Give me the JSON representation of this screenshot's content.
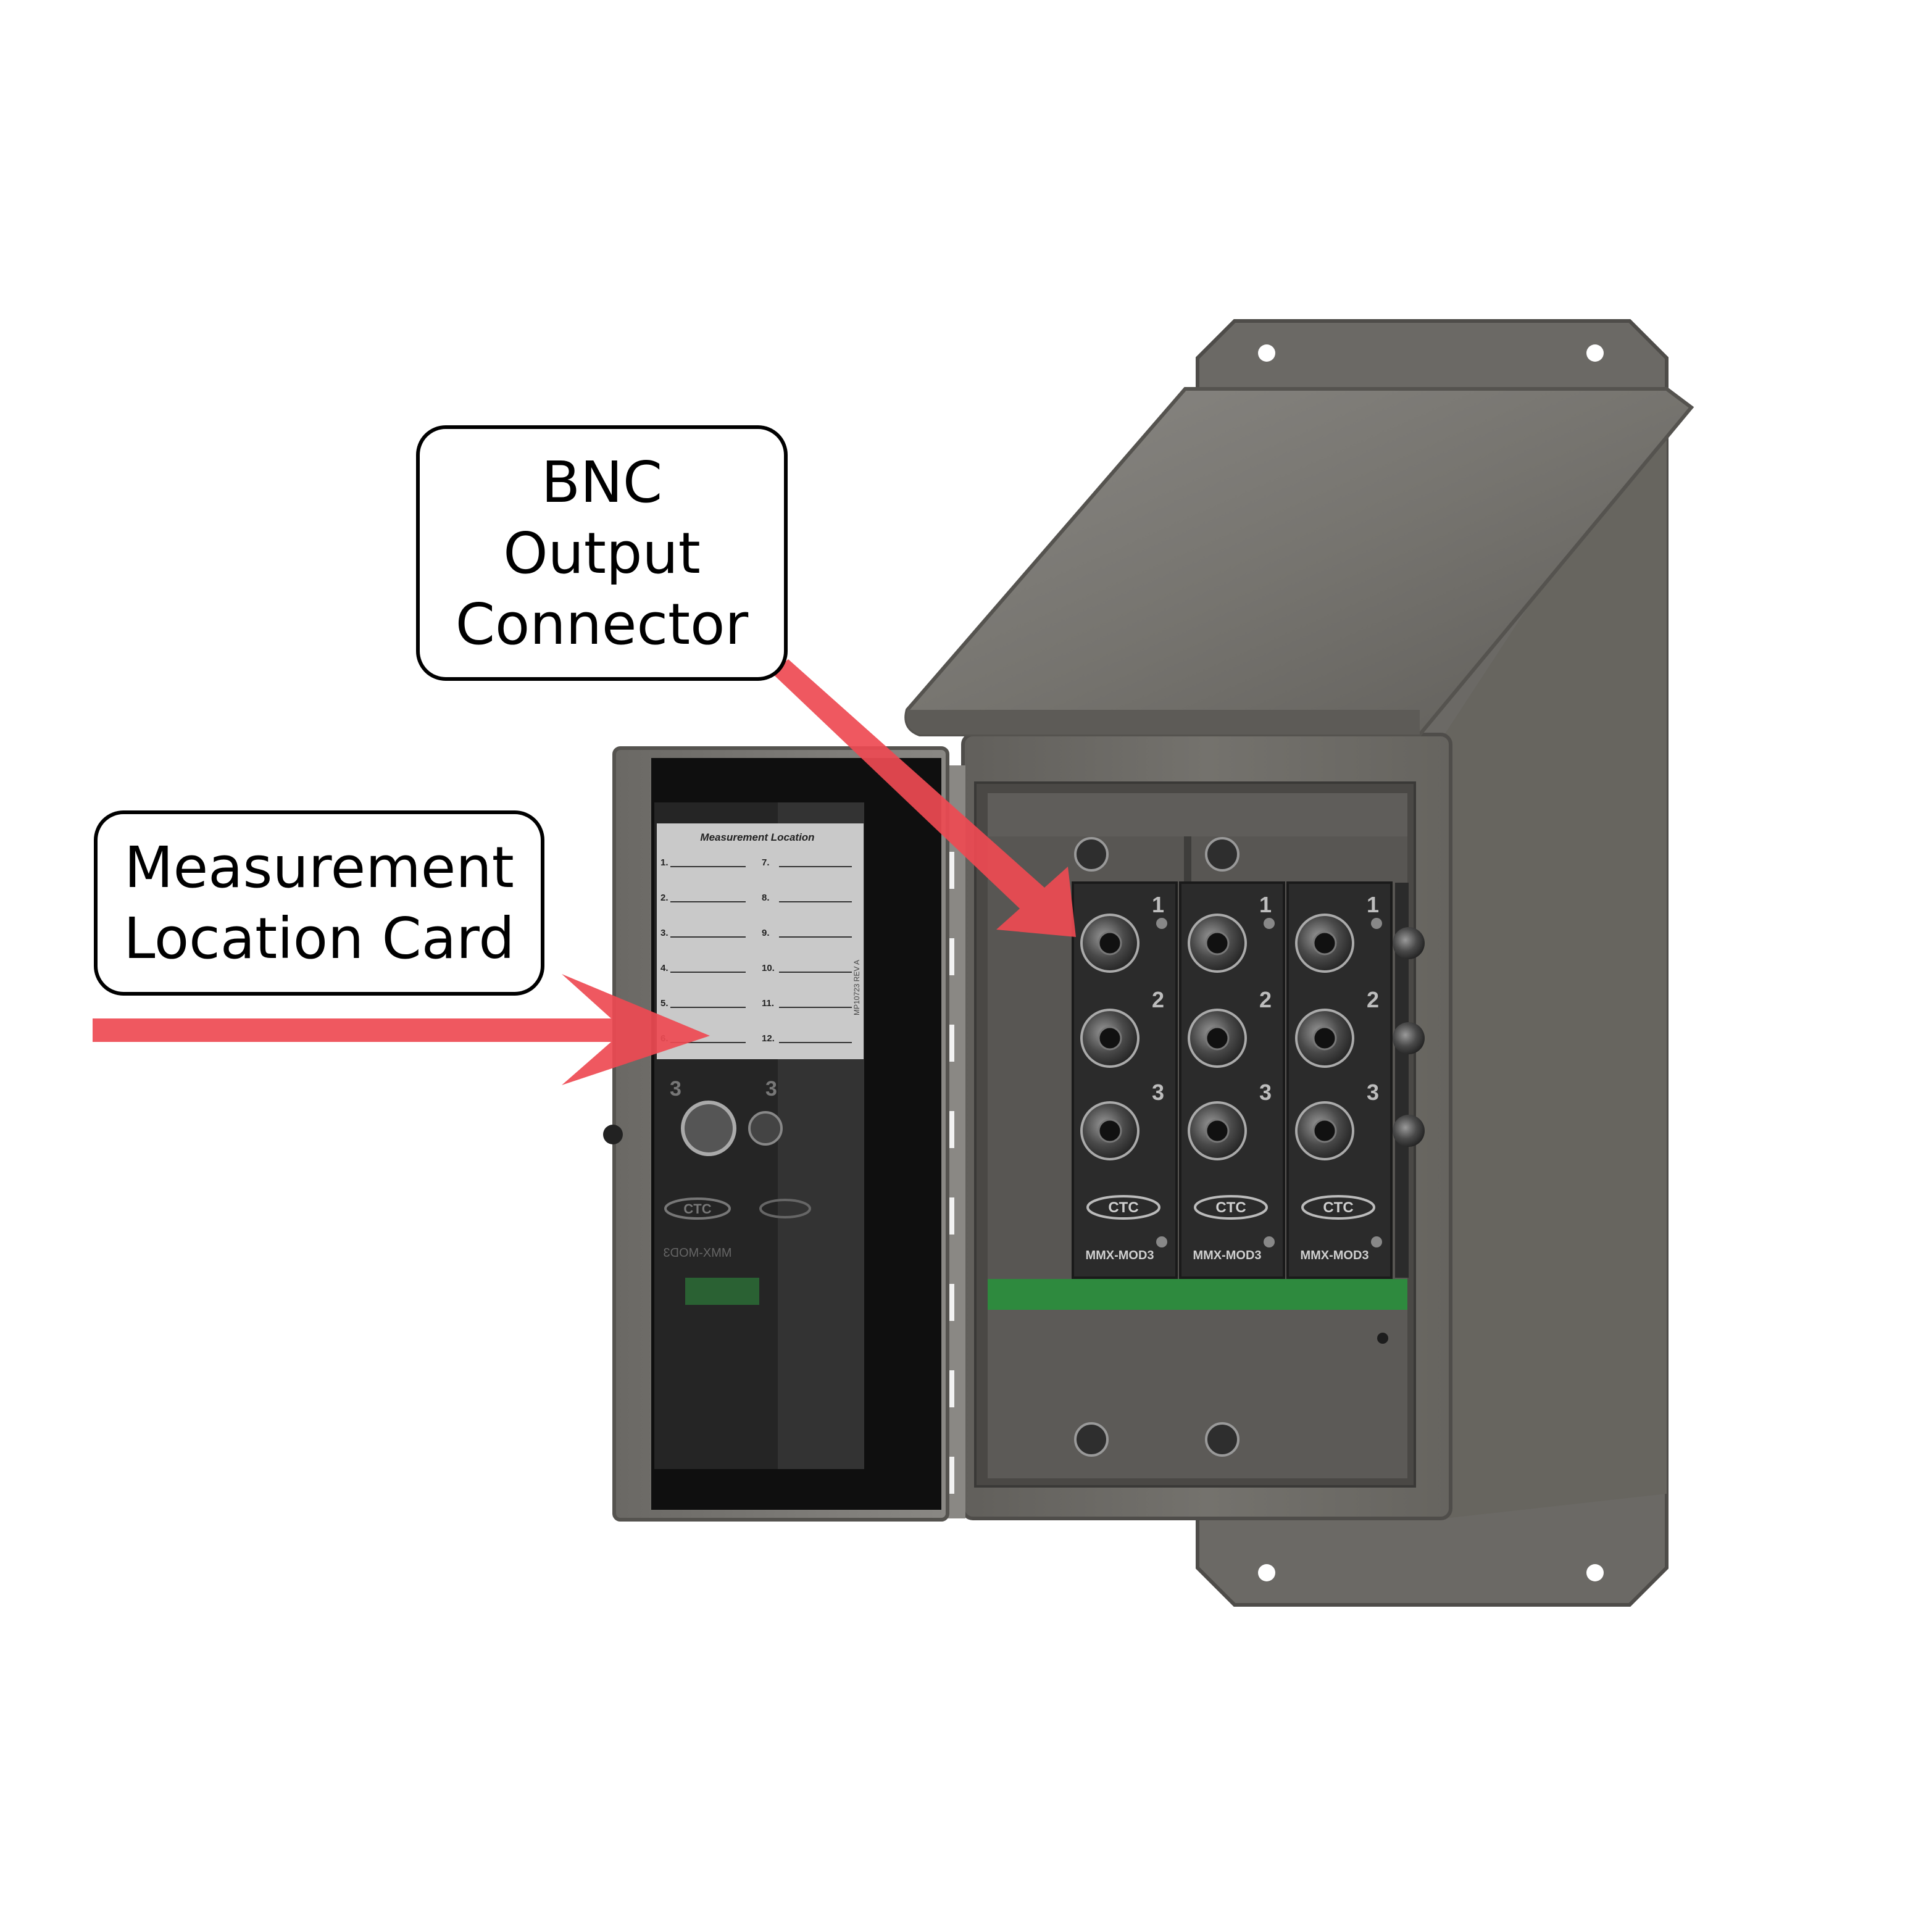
{
  "callouts": {
    "bnc": {
      "lines": [
        "BNC",
        "Output",
        "Connector"
      ]
    },
    "card": {
      "lines": [
        "Measurement",
        "Location Card"
      ]
    }
  },
  "card": {
    "title": "Measurement Location",
    "rows_left": [
      "1.",
      "2.",
      "3.",
      "4.",
      "5.",
      "6."
    ],
    "rows_right": [
      "7.",
      "8.",
      "9.",
      "10.",
      "11.",
      "12."
    ],
    "side_text": "MP10723 REV A"
  },
  "modules": {
    "port_labels": [
      "1",
      "2",
      "3"
    ],
    "brand": "CTC",
    "model": "MMX-MOD3"
  },
  "door_reflection": {
    "port_label": "3",
    "brand": "CTC",
    "model": "MMX-MOD3"
  },
  "colors": {
    "enclosure": "#6f6d69",
    "enclosure_dark": "#5a5855",
    "module_panel": "#2b2b2b",
    "arrow": "#ee4a52",
    "terminal_green": "#2e8a3e",
    "card_bg": "#c9c9c9",
    "callout_border": "#000000"
  }
}
